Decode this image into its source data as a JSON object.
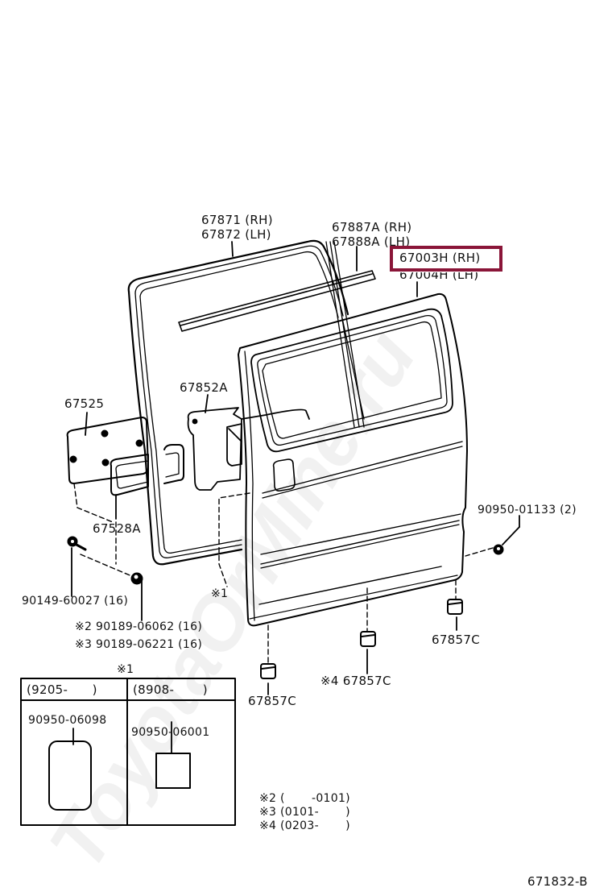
{
  "diagram": {
    "id": "671832-B",
    "watermark": "ToyotaOrMine.ru",
    "highlight_color": "#8a1538",
    "highlighted_part": "67003H (RH)",
    "parts": {
      "weatherstrip_rh": "67871 (RH)",
      "weatherstrip_lh": "67872 (LH)",
      "belt_moulding_rh": "67887A (RH)",
      "belt_moulding_lh": "67888A (LH)",
      "door_panel_rh": "67003H (RH)",
      "door_panel_lh": "67004H (LH)",
      "service_cover": "67525",
      "service_hole_cover": "67852A",
      "cover_seal": "67528A",
      "screw": "90149-60027 (16)",
      "nut_2": "※2 90189-06062 (16)",
      "nut_3": "※3 90189-06221 (16)",
      "plug_right": "90950-01133 (2)",
      "protector_right": "67857C",
      "protector_mid": "※4 67857C",
      "protector_left": "67857C",
      "ref_1": "※1"
    },
    "inset": {
      "title": "※1",
      "columns": [
        {
          "header": "(9205-      )",
          "part": "90950-06098"
        },
        {
          "header": "(8908-       )",
          "part": "90950-06001"
        }
      ]
    },
    "notes": [
      "※2 (       -0101)",
      "※3 (0101-       )",
      "※4 (0203-       )"
    ]
  }
}
